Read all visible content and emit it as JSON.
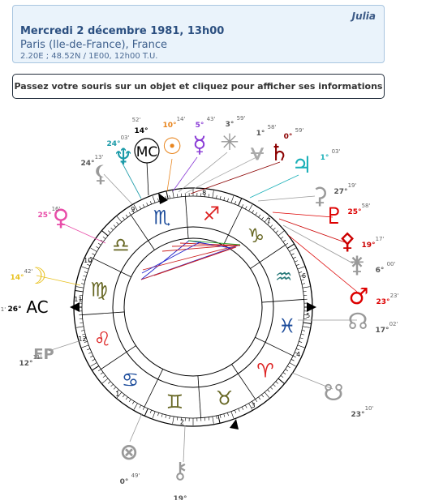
{
  "header": {
    "name": "Julia",
    "date": "Mercredi 2 décembre 1981, 13h00",
    "place": "Paris (Ile-de-France), France",
    "coords": "2.20E ; 48.52N / 1E00, 12h00 T.U."
  },
  "hint": "Passez votre souris sur un objet et cliquez pour afficher ses informations",
  "chart_data": {
    "type": "astrological-natal-wheel",
    "ascendant": {
      "label": "AC",
      "deg": "26°",
      "min": "1'"
    },
    "midheaven": {
      "label": "MC",
      "deg": "14°",
      "min": "52'"
    },
    "bodies": [
      {
        "id": "sun",
        "name": "Soleil",
        "glyph": "☉",
        "deg": "10°",
        "min": "14'",
        "color": "#e8851e",
        "icon": "sun-icon"
      },
      {
        "id": "mercury",
        "name": "Mercure",
        "glyph": "☿",
        "deg": "5°",
        "min": "43'",
        "color": "#8a3bd6",
        "icon": "mercury-icon"
      },
      {
        "id": "uranus",
        "name": "Uranus",
        "glyph": "✳",
        "deg": "3°",
        "min": "59'",
        "color": "#999999",
        "icon": "uranus-icon"
      },
      {
        "id": "vesta",
        "name": "Vesta",
        "glyph": "⩝",
        "deg": "1°",
        "min": "58'",
        "color": "#aaaaaa",
        "icon": "vesta-icon"
      },
      {
        "id": "saturn",
        "name": "Saturne",
        "glyph": "♄",
        "deg": "0°",
        "min": "59'",
        "color": "#8b0000",
        "icon": "saturn-icon"
      },
      {
        "id": "jupiter",
        "name": "Jupiter",
        "glyph": "♃",
        "deg": "1°",
        "min": "03'",
        "color": "#1ab0b8",
        "icon": "jupiter-icon"
      },
      {
        "id": "ceres",
        "name": "Cérès",
        "glyph": "⚳",
        "deg": "27°",
        "min": "19'",
        "color": "#999999",
        "icon": "ceres-icon"
      },
      {
        "id": "venus_r",
        "name": "Pluton",
        "glyph": "♇",
        "deg": "25°",
        "min": "58'",
        "color": "#dd0000",
        "icon": "pluto-icon"
      },
      {
        "id": "juno",
        "name": "Pallas",
        "glyph": "⚴",
        "deg": "19°",
        "min": "17'",
        "color": "#cc0000",
        "icon": "pallas-icon"
      },
      {
        "id": "lilith",
        "name": "Junon",
        "glyph": "⚵",
        "deg": "6°",
        "min": "00'",
        "color": "#999999",
        "icon": "juno-icon"
      },
      {
        "id": "mars",
        "name": "Mars",
        "glyph": "♂",
        "deg": "23°",
        "min": "23'",
        "color": "#dd0000",
        "icon": "mars-icon"
      },
      {
        "id": "node",
        "name": "Noeud",
        "glyph": "☊",
        "deg": "17°",
        "min": "02'",
        "color": "#999999",
        "icon": "node-icon"
      },
      {
        "id": "pof",
        "name": "Part de Fortune",
        "glyph": "☋",
        "deg": "23°",
        "min": "10'",
        "color": "#999999",
        "icon": "fortune-icon"
      },
      {
        "id": "chiron",
        "name": "Chiron",
        "glyph": "⚷",
        "deg": "19°",
        "min": "",
        "color": "#999999",
        "icon": "chiron-icon"
      },
      {
        "id": "fortune",
        "name": "Fortune",
        "glyph": "⊗",
        "deg": "0°",
        "min": "49'",
        "color": "#999999",
        "icon": "part-fortune-icon"
      },
      {
        "id": "ep",
        "name": "EP",
        "glyph": "EP",
        "deg": "12°",
        "min": "11'",
        "color": "#999999",
        "icon": "ep-icon"
      },
      {
        "id": "moon",
        "name": "Lune",
        "glyph": "☽",
        "deg": "14°",
        "min": "42'",
        "color": "#e8c11e",
        "icon": "moon-icon"
      },
      {
        "id": "venus",
        "name": "Vénus",
        "glyph": "♀",
        "deg": "25°",
        "min": "16'",
        "color": "#e84ca8",
        "icon": "venus-icon"
      },
      {
        "id": "lilith2",
        "name": "Lilith",
        "glyph": "⚸",
        "deg": "24°",
        "min": "13'",
        "color": "#999999",
        "icon": "lilith-icon"
      },
      {
        "id": "neptune",
        "name": "Neptune",
        "glyph": "♆",
        "deg": "24°",
        "min": "03'",
        "color": "#1a9aa8",
        "icon": "neptune-icon"
      }
    ],
    "signs": [
      {
        "glyph": "♐",
        "color": "#dd2222",
        "icon": "sagittarius-icon"
      },
      {
        "glyph": "♏",
        "color": "#1a4a9a",
        "icon": "scorpio-icon"
      },
      {
        "glyph": "♎",
        "color": "#666622",
        "icon": "libra-icon"
      },
      {
        "glyph": "♍",
        "color": "#666622",
        "icon": "virgo-icon"
      },
      {
        "glyph": "♌",
        "color": "#dd2222",
        "icon": "leo-icon"
      },
      {
        "glyph": "♋",
        "color": "#1a4a9a",
        "icon": "cancer-icon"
      },
      {
        "glyph": "♊",
        "color": "#666622",
        "icon": "gemini-icon"
      },
      {
        "glyph": "♉",
        "color": "#666622",
        "icon": "taurus-icon"
      },
      {
        "glyph": "♈",
        "color": "#dd2222",
        "icon": "aries-icon"
      },
      {
        "glyph": "♓",
        "color": "#1a4a9a",
        "icon": "pisces-icon"
      },
      {
        "glyph": "♒",
        "color": "#2a7a7a",
        "icon": "aquarius-icon"
      },
      {
        "glyph": "♑",
        "color": "#666622",
        "icon": "capricorn-icon"
      }
    ],
    "houses": [
      "1",
      "2",
      "3",
      "4",
      "5",
      "6",
      "7",
      "8",
      "9",
      "10",
      "11",
      "12"
    ]
  }
}
